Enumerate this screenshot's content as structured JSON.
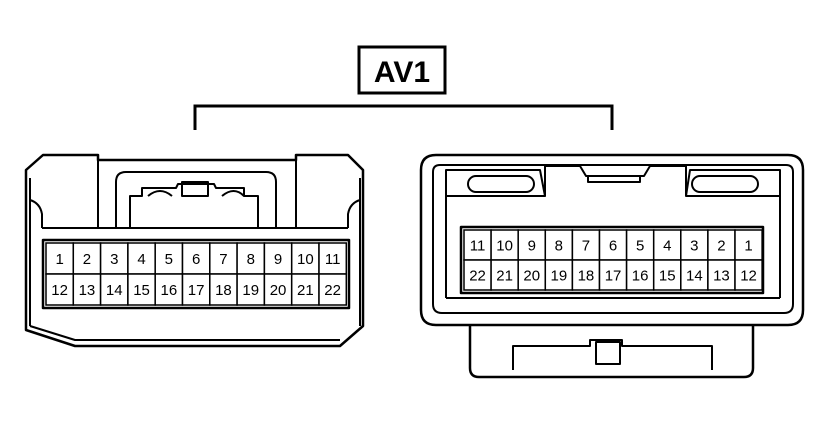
{
  "connector_label": "AV1",
  "left_connector": {
    "rows": [
      [
        "1",
        "2",
        "3",
        "4",
        "5",
        "6",
        "7",
        "8",
        "9",
        "10",
        "11"
      ],
      [
        "12",
        "13",
        "14",
        "15",
        "16",
        "17",
        "18",
        "19",
        "20",
        "21",
        "22"
      ]
    ]
  },
  "right_connector": {
    "rows": [
      [
        "11",
        "10",
        "9",
        "8",
        "7",
        "6",
        "5",
        "4",
        "3",
        "2",
        "1"
      ],
      [
        "22",
        "21",
        "20",
        "19",
        "18",
        "17",
        "16",
        "15",
        "14",
        "13",
        "12"
      ]
    ]
  }
}
